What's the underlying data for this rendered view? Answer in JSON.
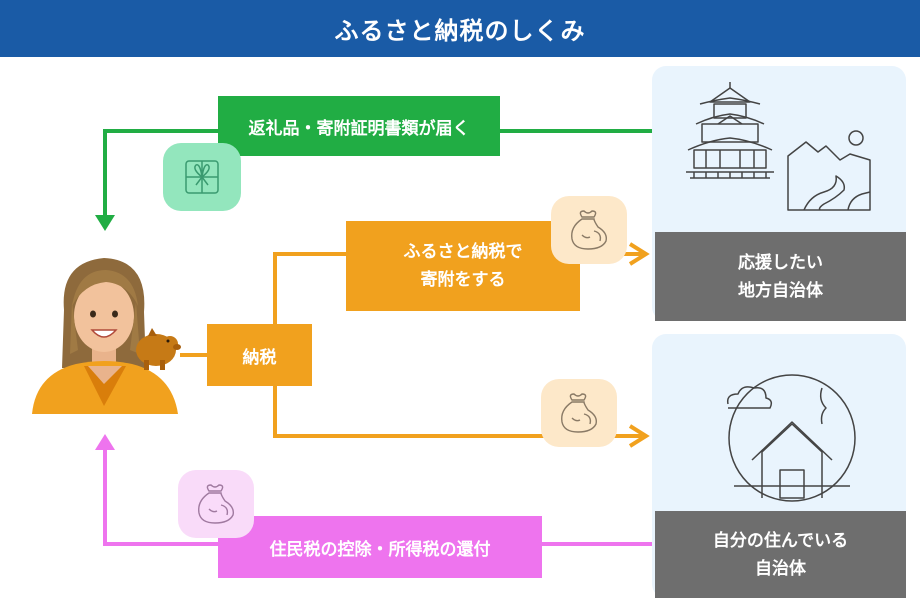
{
  "header": {
    "title": "ふるさと納税のしくみ"
  },
  "flow": {
    "return_gifts": "返礼品・寄附証明書類が届く",
    "donation_line1": "ふるさと納税で",
    "donation_line2": "寄附をする",
    "tax_payment": "納税",
    "tax_refund": "住民税の控除・所得税の還付"
  },
  "municipalities": {
    "support_line1": "応援したい",
    "support_line2": "地方自治体",
    "home_line1": "自分の住んでいる",
    "home_line2": "自治体"
  },
  "colors": {
    "header": "#1a5ba6",
    "green": "#21ad44",
    "orange": "#f1a11e",
    "pink": "#ee74ee",
    "gray": "#6e6e6e",
    "panel": "#e9f4fd"
  },
  "icons": [
    "castle-icon",
    "landscape-icon",
    "globe-house-icon",
    "gift-icon",
    "money-bag-icon",
    "piggy-bank-icon",
    "person-icon"
  ]
}
